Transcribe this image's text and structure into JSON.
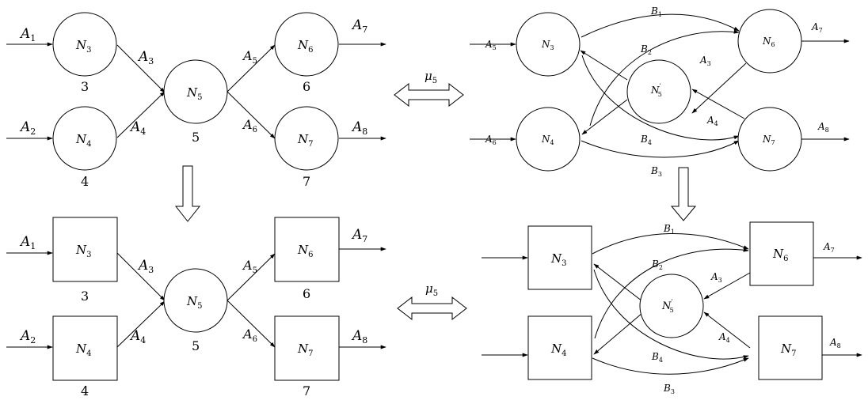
{
  "labels": {
    "A": "A",
    "B": "B",
    "N": "N",
    "mu": "μ",
    "prime": "′",
    "s1": "1",
    "s2": "2",
    "s3": "3",
    "s4": "4",
    "s5": "5",
    "s6": "6",
    "s7": "7",
    "s8": "8"
  },
  "numbers": {
    "n3": "3",
    "n4": "4",
    "n5": "5",
    "n6": "6",
    "n7": "7"
  },
  "colors": {
    "stroke": "#000000",
    "fill": "#ffffff"
  },
  "arrows": {
    "mutation": "double-headed-hollow-arrow",
    "transform": "down-hollow-arrow"
  }
}
